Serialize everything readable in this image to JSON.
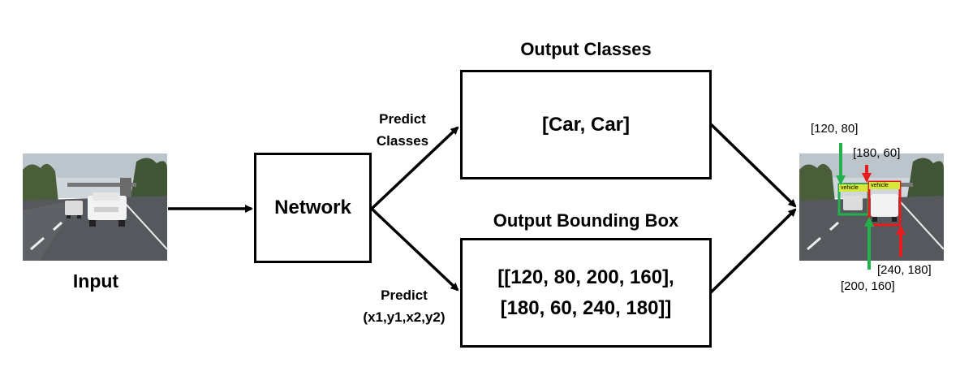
{
  "input": {
    "label": "Input"
  },
  "network": {
    "label": "Network"
  },
  "branches": {
    "classes": {
      "line1": "Predict",
      "line2": "Classes"
    },
    "bbox": {
      "line1": "Predict",
      "line2": "(x1,y1,x2,y2)"
    }
  },
  "output_classes": {
    "title": "Output Classes",
    "value": "[Car, Car]"
  },
  "output_bbox": {
    "title": "Output Bounding Box",
    "line1": "[[120, 80, 200, 160],",
    "line2": "[180, 60, 240, 180]]"
  },
  "result_image": {
    "coords": {
      "green_top": "[120, 80]",
      "red_top": "[180, 60]",
      "red_bottom": "[240, 180]",
      "green_bottom": "[200, 160]"
    },
    "box_label": "vehicle",
    "colors": {
      "green": "#22b14c",
      "red": "#e81c1c",
      "label_fill": "#d6e63a"
    }
  }
}
